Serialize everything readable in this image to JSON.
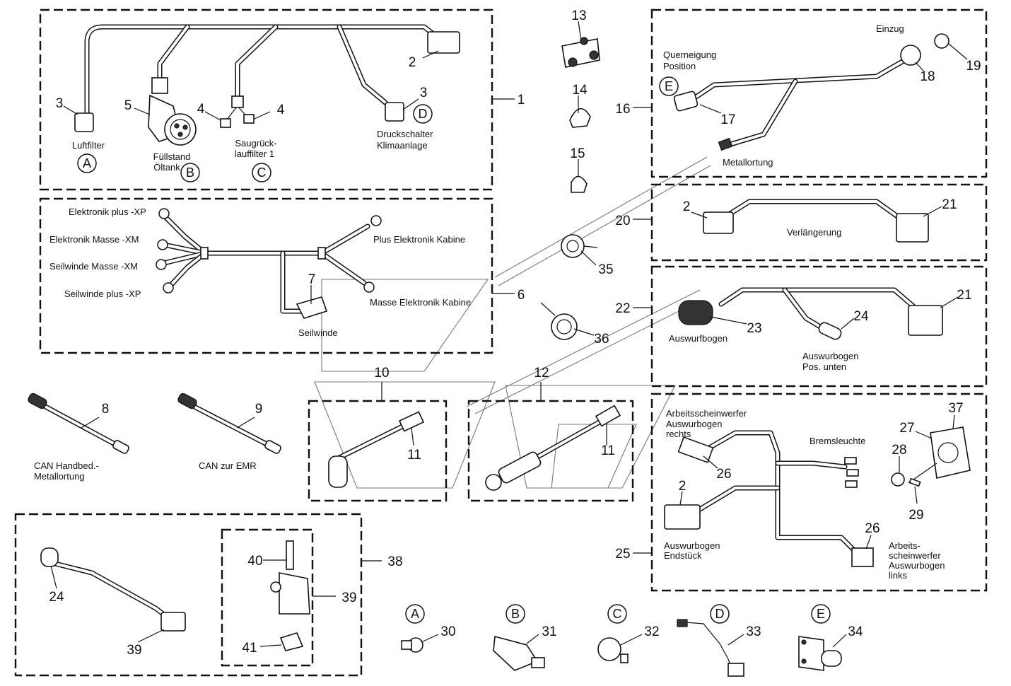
{
  "callouts": {
    "n1": "1",
    "n2a": "2",
    "n3a": "3",
    "n3b": "3",
    "n4a": "4",
    "n4b": "4",
    "n5": "5",
    "n6": "6",
    "n7": "7",
    "n8": "8",
    "n9": "9",
    "n10": "10",
    "n11a": "11",
    "n11b": "11",
    "n12": "12",
    "n13": "13",
    "n14": "14",
    "n15": "15",
    "n16": "16",
    "n17": "17",
    "n18": "18",
    "n19": "19",
    "n20": "20",
    "n2b": "2",
    "n21a": "21",
    "n22": "22",
    "n23": "23",
    "n24a": "24",
    "n21b": "21",
    "n37": "37",
    "n27": "27",
    "n28": "28",
    "n29": "29",
    "n26a": "26",
    "n2c": "2",
    "n26b": "26",
    "n25": "25",
    "n35": "35",
    "n36": "36",
    "n38": "38",
    "n39a": "39",
    "n40": "40",
    "n41": "41",
    "n24b": "24",
    "n39b": "39",
    "n30": "30",
    "n31": "31",
    "n32": "32",
    "n33": "33",
    "n34": "34"
  },
  "labels": {
    "luftfilter": "Luftfilter",
    "fuellstand_1": "Füllstand",
    "fuellstand_2": "Öltank",
    "saug_1": "Saugrück-",
    "saug_2": "lauffilter 1",
    "druck_1": "Druckschalter",
    "druck_2": "Klimaanlage",
    "el_plus_xp": "Elektronik plus -XP",
    "el_masse_xm": "Elektronik Masse -XM",
    "sw_masse_xm": "Seilwinde Masse -XM",
    "sw_plus_xp": "Seilwinde plus -XP",
    "plus_kabine": "Plus Elektronik Kabine",
    "masse_kabine": "Masse Elektronik Kabine",
    "seilwinde": "Seilwinde",
    "can_hand_1": "CAN Handbed.-",
    "can_hand_2": "Metallortung",
    "can_emr": "CAN zur EMR",
    "einzug": "Einzug",
    "querneigung_1": "Querneigung",
    "querneigung_2": "Position",
    "metallortung": "Metallortung",
    "verlaengerung": "Verlängerung",
    "auswurfbogen": "Auswurfbogen",
    "ausw_pos_1": "Auswurbogen",
    "ausw_pos_2": "Pos. unten",
    "aw_rechts_1": "Arbeitsscheinwerfer",
    "aw_rechts_2": "Auswurbogen",
    "aw_rechts_3": "rechts",
    "bremsleuchte": "Bremsleuchte",
    "endstueck_1": "Auswurbogen",
    "endstueck_2": "Endstück",
    "aw_links_1": "Arbeits-",
    "aw_links_2": "scheinwerfer",
    "aw_links_3": "Auswurbogen",
    "aw_links_4": "links"
  },
  "letters": {
    "a1": "A",
    "b1": "B",
    "c1": "C",
    "d1": "D",
    "e1": "E",
    "a2": "A",
    "b2": "B",
    "c2": "C",
    "d2": "D",
    "e2": "E"
  }
}
